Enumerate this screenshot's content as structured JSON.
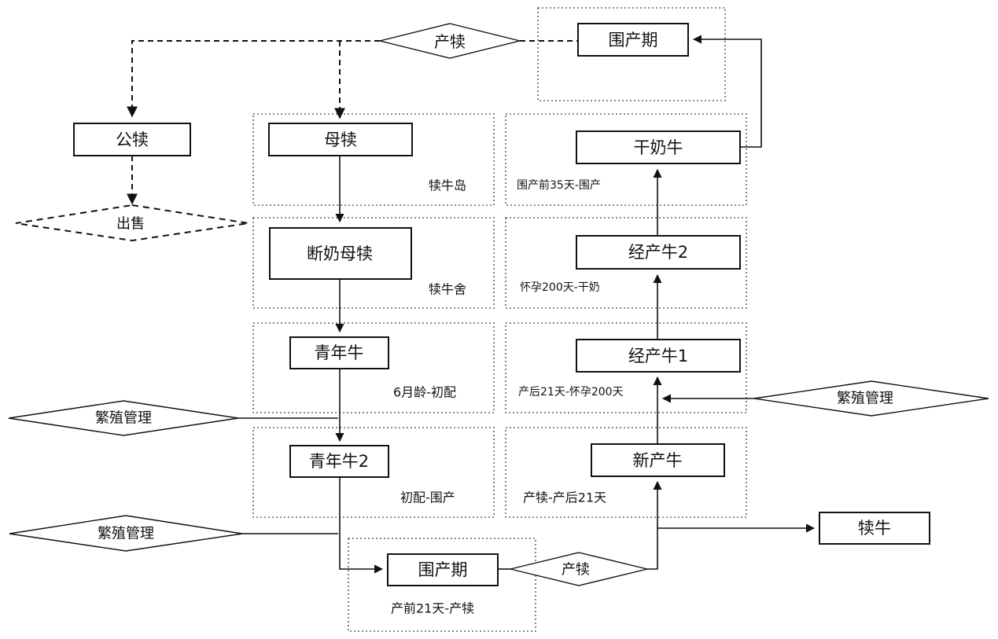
{
  "diagram": {
    "nodes": {
      "weichanqi_top": "围产期",
      "gongdu": "公犊",
      "mudu": "母犊",
      "duannai_mudu": "断奶母犊",
      "qingnianniu": "青年牛",
      "qingnianniu2": "青年牛2",
      "weichanqi_bottom": "围产期",
      "xinchanniu": "新产牛",
      "jingchanniu1": "经产牛1",
      "jingchanniu2": "经产牛2",
      "ganainiu": "干奶牛",
      "duniu": "犊牛"
    },
    "decisions": {
      "chandu_top": "产犊",
      "chushou": "出售",
      "fanzhi_left1": "繁殖管理",
      "fanzhi_left2": "繁殖管理",
      "fanzhi_right": "繁殖管理",
      "chandu_bottom": "产犊"
    },
    "zone_labels": {
      "dunniudao": "犊牛岛",
      "dunniushe": "犊牛舍",
      "yue6_chupei": "6月龄-初配",
      "chupei_weichan": "初配-围产",
      "chanqian21_chandu": "产前21天-产犊",
      "chandu_chanhou21": "产犊-产后21天",
      "chanhou21_huaiyun200": "产后21天-怀孕200天",
      "huaiyun200_ganai": "怀孕200天-干奶",
      "weichanqian35_weichan": "围产前35天-围产"
    }
  }
}
